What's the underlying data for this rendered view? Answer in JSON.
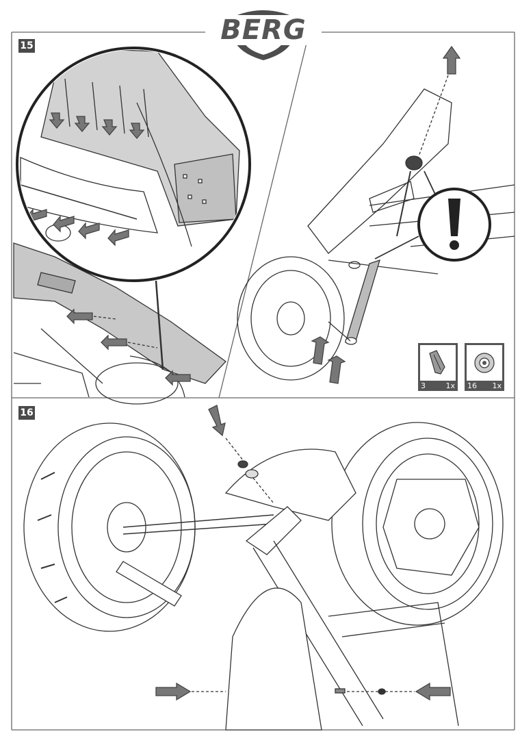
{
  "brand": {
    "name": "BERG"
  },
  "steps": [
    {
      "number": "15"
    },
    {
      "number": "16"
    }
  ],
  "parts": [
    {
      "number": "3",
      "qty": "1x",
      "icon": "nut-driver-tool-icon"
    },
    {
      "number": "16",
      "qty": "1x",
      "icon": "lock-nut-part-icon"
    }
  ],
  "colors": {
    "frame": "#555555",
    "badge": "#4a4a4a",
    "fender": "#c8c8c8",
    "line": "#333333"
  }
}
